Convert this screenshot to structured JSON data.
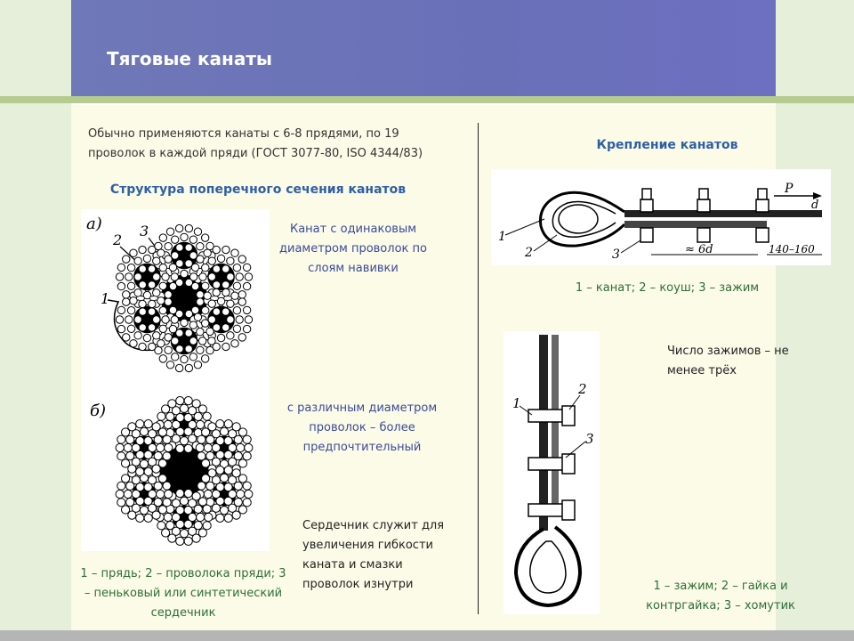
{
  "slide": {
    "title": "Тяговые канаты",
    "intro": "Обычно применяются канаты с 6-8 прядями, по 19 проволок в каждой пряди (ГОСТ 3077-80, ISO 4344/83)",
    "section_heading": "Структура поперечного сечения канатов",
    "note_equal": "Канат с одинаковым диаметром проволок по слоям навивки",
    "note_different": "с различным диаметром проволок – более предпочтительный",
    "note_core": "Сердечник служит для увеличения гибкости каната и смазки проволок изнутри",
    "caption_left": "1 – прядь; 2 – проволока пряди; 3 – пеньковый или синтетический сердечник",
    "fixing_heading": "Крепление канатов",
    "caption_right_top": "1 – канат; 2 – коуш; 3 – зажим",
    "note_clamps": "Число зажимов – не менее трёх",
    "caption_right_bottom": "1 – зажим; 2 – гайка и контргайка; 3 – хомутик"
  },
  "figures": {
    "cross_section": {
      "label_a": "а)",
      "label_b": "б)",
      "num_1": "1",
      "num_2": "2",
      "num_3": "3"
    },
    "thimble": {
      "num_1": "1",
      "num_2": "2",
      "num_3": "3",
      "dim_spacing": "≈ 6d",
      "dim_end": "140–160",
      "force": "P",
      "dia": "d"
    },
    "clamp": {
      "num_1": "1",
      "num_2": "2",
      "num_3": "3"
    }
  }
}
